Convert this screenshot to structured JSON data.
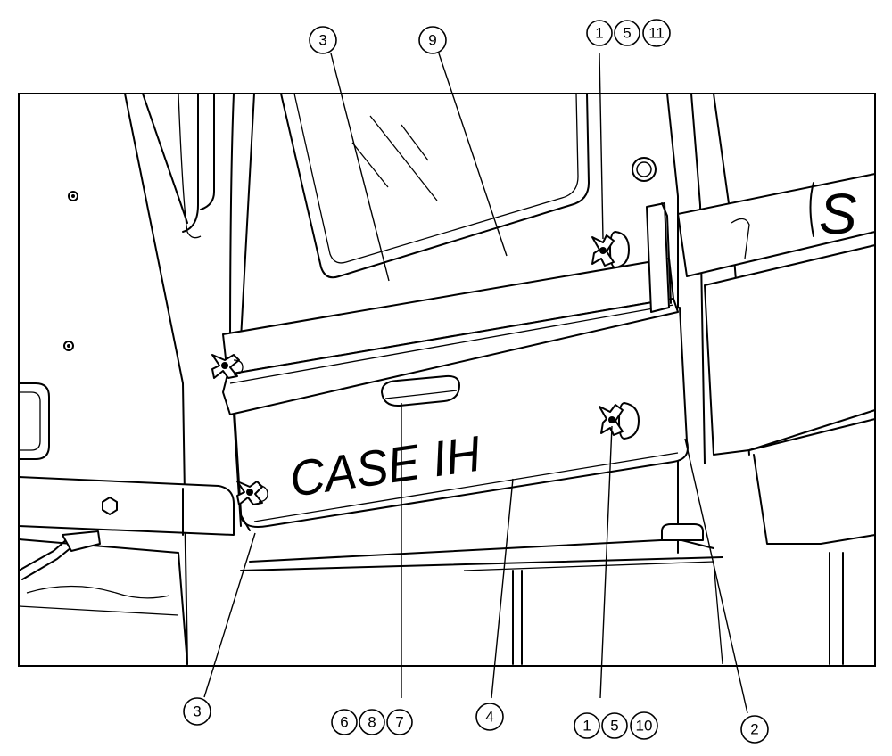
{
  "figure": {
    "brand_text": "CASE IH",
    "partial_side_text": "S",
    "callouts": [
      {
        "id": "c-top-3",
        "labels": [
          "3"
        ]
      },
      {
        "id": "c-top-9",
        "labels": [
          "9"
        ]
      },
      {
        "id": "c-top-1-5-11",
        "labels": [
          "1",
          "5",
          "11"
        ]
      },
      {
        "id": "c-bot-3",
        "labels": [
          "3"
        ]
      },
      {
        "id": "c-bot-6-8-7",
        "labels": [
          "6",
          "8",
          "7"
        ]
      },
      {
        "id": "c-bot-4",
        "labels": [
          "4"
        ]
      },
      {
        "id": "c-bot-1-5-10",
        "labels": [
          "1",
          "5",
          "10"
        ]
      },
      {
        "id": "c-bot-2",
        "labels": [
          "2"
        ]
      }
    ]
  }
}
